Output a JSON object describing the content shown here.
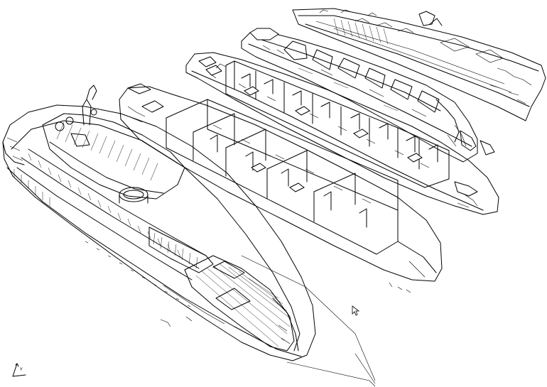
{
  "drawing": {
    "kind": "isometric exploded yacht line drawing",
    "line_color": "#000000",
    "background_color": "#ffffff",
    "layers": [
      "upper-deck-plan-layer",
      "main-deck-plan-layer",
      "lower-deck-plan-layer",
      "hull-shell-layer",
      "assembled-yacht-layer"
    ]
  },
  "axis_gizmo": {
    "icon": "ucs-axis-icon",
    "label": "Y"
  },
  "cursor": {
    "icon": "mouse-pointer-icon"
  }
}
